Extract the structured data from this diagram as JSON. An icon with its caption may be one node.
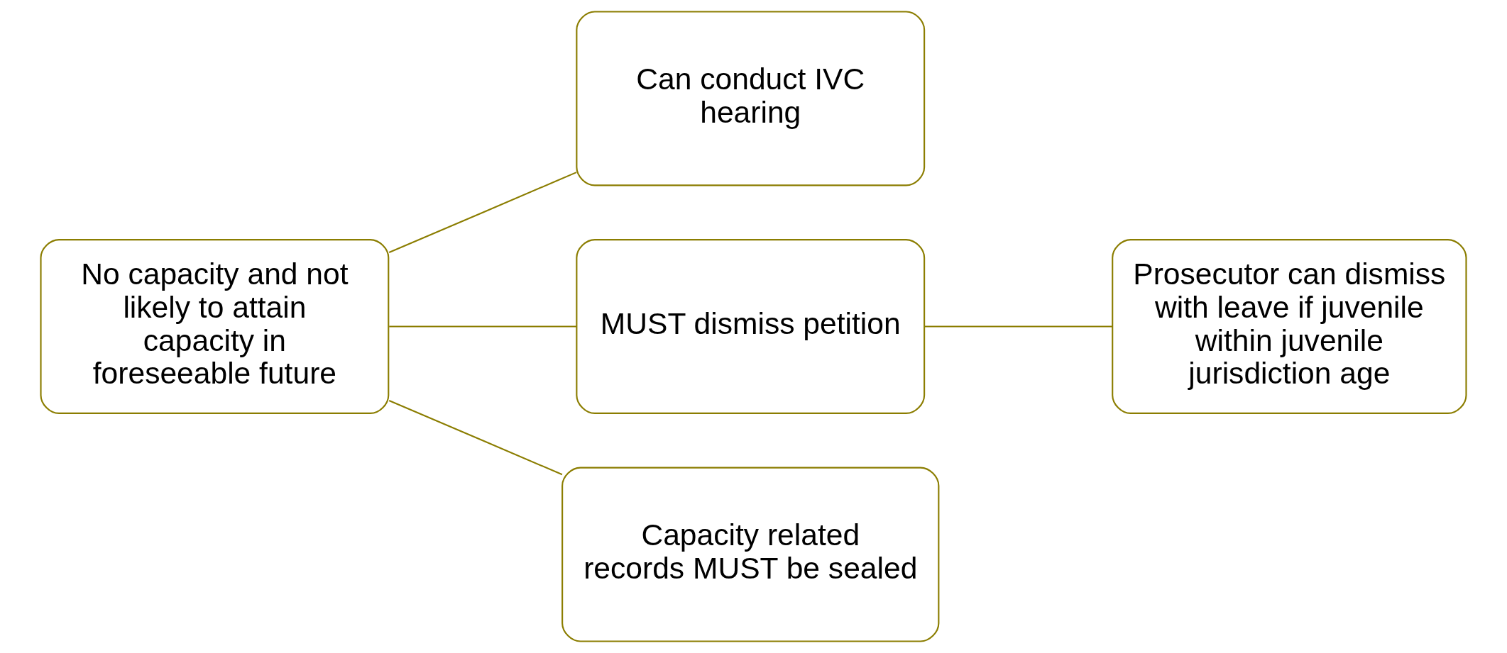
{
  "diagram": {
    "nodes": [
      {
        "text": [
          "No capacity and not likely to attain capacity in foreseeable future"
        ]
      },
      {
        "text": [
          "Can conduct IVC hearing"
        ]
      },
      {
        "text": [
          "MUST dismiss petition"
        ]
      },
      {
        "text": [
          "Capacity related records MUST be sealed"
        ]
      },
      {
        "text": [
          "Prosecutor can dismiss with leave if juvenile within juvenile jurisdiction age"
        ]
      }
    ],
    "edges": [
      {
        "from": 0,
        "to": 1,
        "arrow": "none"
      },
      {
        "from": 0,
        "to": 2,
        "arrow": "none"
      },
      {
        "from": 0,
        "to": 3,
        "arrow": "none"
      },
      {
        "from": 2,
        "to": 4,
        "arrow": "none"
      }
    ]
  }
}
